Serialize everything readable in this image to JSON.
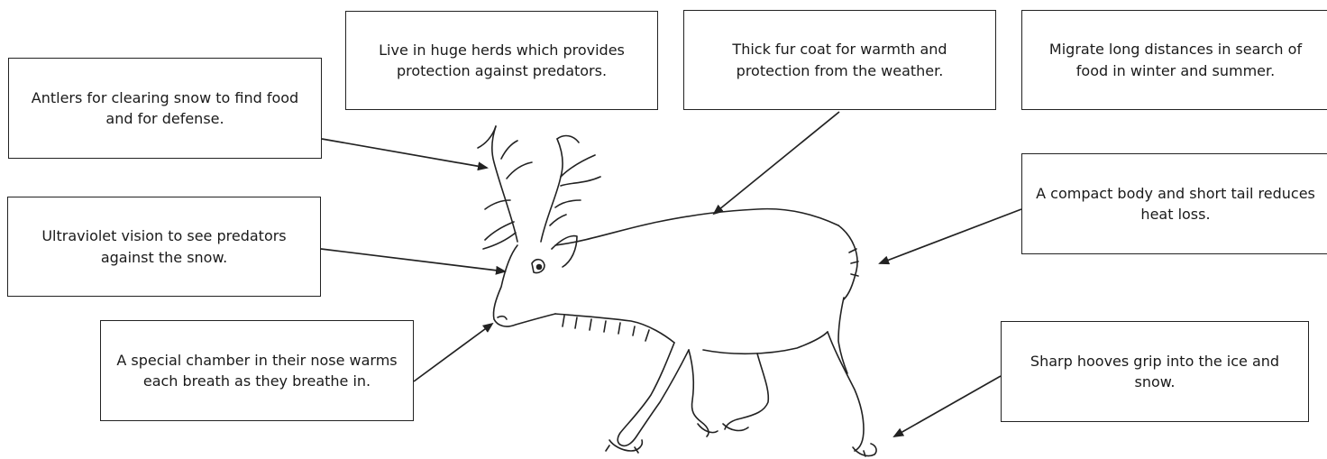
{
  "labels": {
    "antlers": "Antlers for clearing snow to find food and for defense.",
    "herds": "Live in huge herds which provides protection against predators.",
    "fur": "Thick fur coat for warmth and protection from the weather.",
    "migrate": "Migrate long distances in search of food in winter and summer.",
    "vision": "Ultraviolet vision to see predators against the snow.",
    "body": "A compact body and short tail reduces heat loss.",
    "nose": "A special chamber in their nose warms each breath as they breathe in.",
    "hooves": "Sharp hooves grip into the ice and snow."
  }
}
